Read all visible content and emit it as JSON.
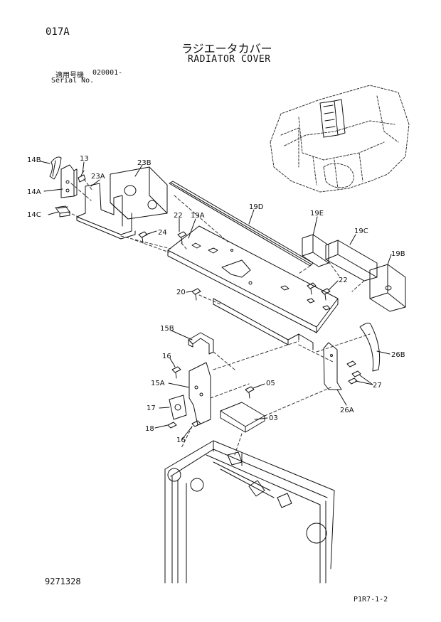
{
  "header": {
    "figure_code": "017A",
    "title_jp": "ラジエータカバー",
    "title_en": "RADIATOR COVER",
    "serial_label_jp": "適用号機",
    "serial_range": "020001-",
    "serial_label_en": "Serial No."
  },
  "footer": {
    "doc_number": "9271328",
    "page_ref": "P1R7-1-2"
  },
  "parts": {
    "p14B": "14B",
    "p13": "13",
    "p23B": "23B",
    "p23A": "23A",
    "p14A": "14A",
    "p14C": "14C",
    "p22a": "22",
    "p19A": "19A",
    "p24": "24",
    "p19D": "19D",
    "p19E": "19E",
    "p19C": "19C",
    "p19B": "19B",
    "p22b": "22",
    "p20": "20",
    "p15B": "15B",
    "p16a": "16",
    "p15A": "15A",
    "p05": "05",
    "p17": "17",
    "p03": "03",
    "p18": "18",
    "p16b": "16",
    "p26B": "26B",
    "p27": "27",
    "p26A": "26A"
  },
  "colors": {
    "line": "#111111",
    "dashed": "#333333"
  }
}
